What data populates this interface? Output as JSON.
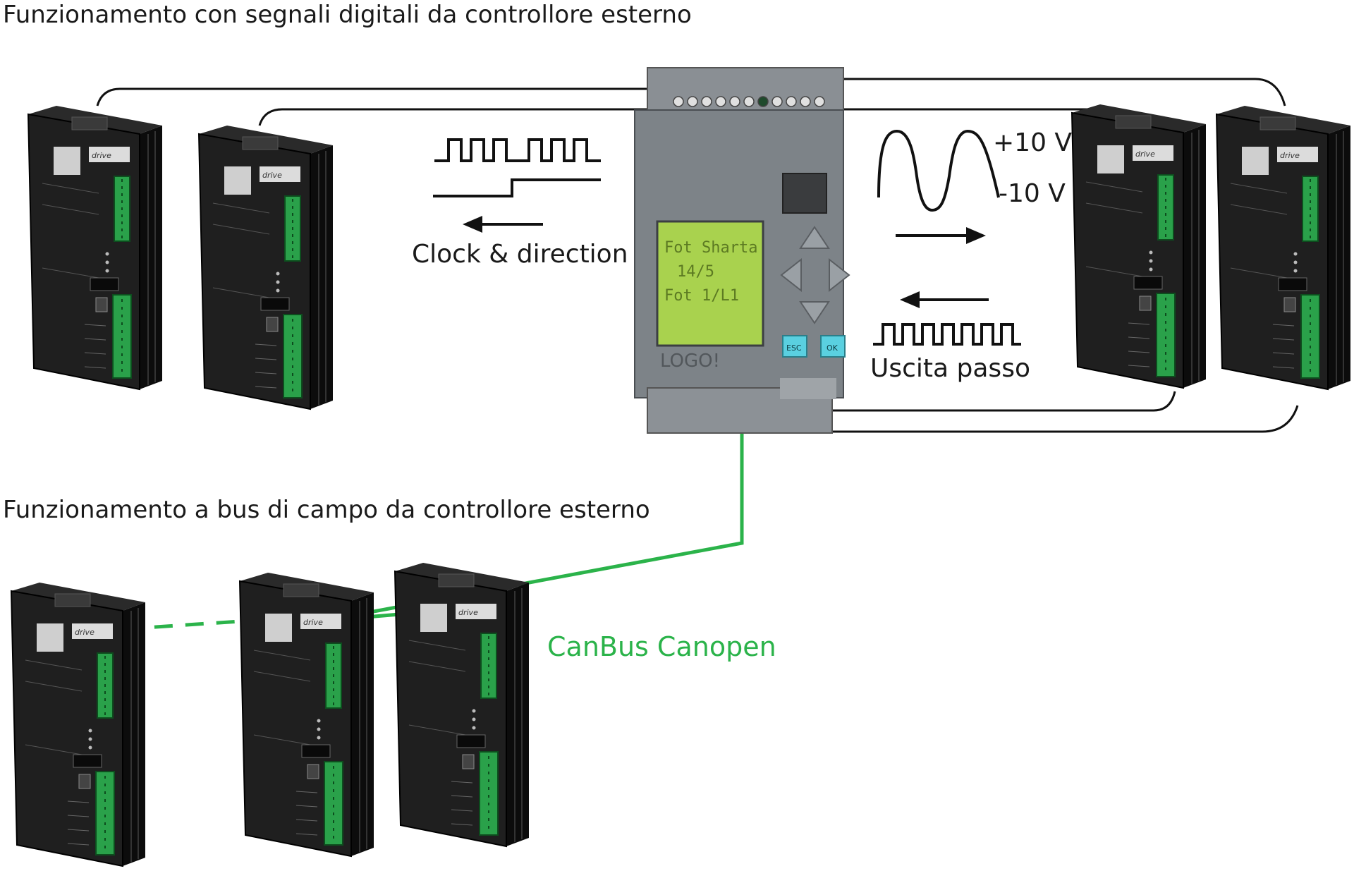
{
  "titles": {
    "digital": "Funzionamento con segnali digitali da controllore esterno",
    "fieldbus": "Funzionamento a bus di campo da controllore esterno"
  },
  "labels": {
    "clock_direction": "Clock & direction",
    "step_output": "Uscita passo",
    "plus_voltage": "+10 V",
    "minus_voltage": "-10 V",
    "canbus": "CanBus Canopen"
  },
  "controller": {
    "display_lines": [
      "Fot Sharta",
      "14/5",
      "Fot 1/L1"
    ],
    "esc_label": "ESC",
    "ok_label": "OK",
    "brand": "LOGO!"
  },
  "colors": {
    "wire": "#111111",
    "canbus": "#2bb34a",
    "drive_body": "#1c1c1c",
    "terminal": "#2aa14a",
    "controller_body": "#7d8388",
    "lcd": "#a9d24e"
  }
}
